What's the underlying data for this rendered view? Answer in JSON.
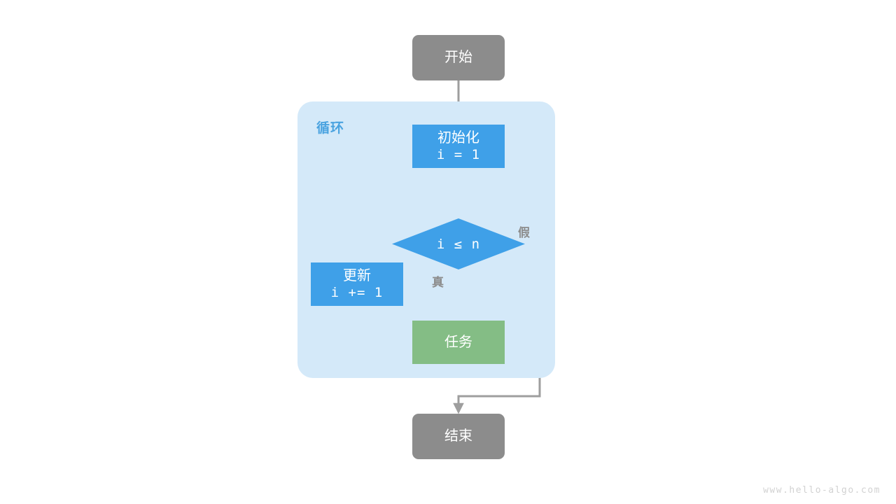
{
  "diagram": {
    "title": "for-loop-flowchart",
    "colors": {
      "terminator": "#8c8c8c",
      "process_blue": "#3fa0e8",
      "process_green": "#84bd85",
      "loop_background": "#d4e9f9",
      "loop_label": "#4aa3e0",
      "edge": "#9e9e9e",
      "node_text": "#ffffff",
      "watermark": "#d2d2d2"
    },
    "loop_group": {
      "label": "循环"
    },
    "nodes": {
      "start": {
        "label": "开始"
      },
      "init": {
        "line1": "初始化",
        "line2": "i = 1"
      },
      "condition": {
        "label": "i ≤ n"
      },
      "update": {
        "line1": "更新",
        "line2": "i += 1"
      },
      "task": {
        "label": "任务"
      },
      "end": {
        "label": "结束"
      }
    },
    "edge_labels": {
      "true": "真",
      "false": "假"
    },
    "watermark": "www.hello-algo.com"
  }
}
